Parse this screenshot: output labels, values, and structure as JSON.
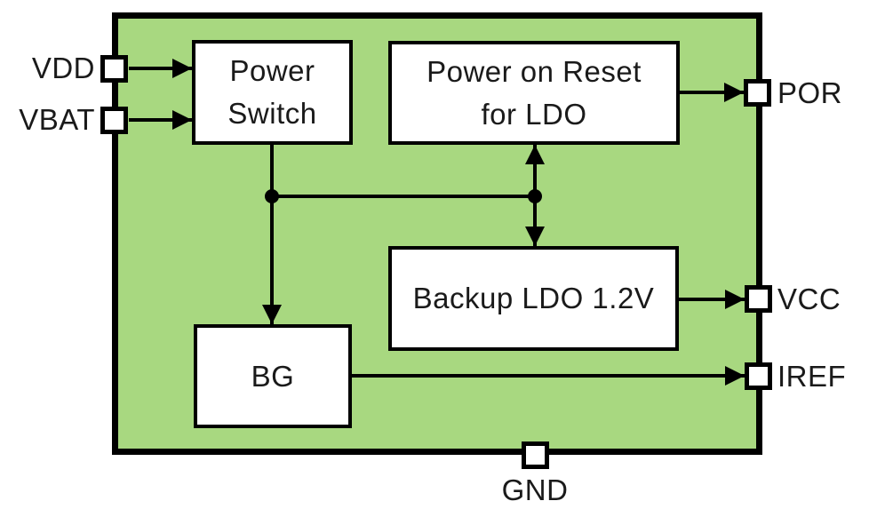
{
  "diagram": {
    "kind": "block-diagram",
    "subject": "Power management chip internal block diagram"
  },
  "colors": {
    "chip_fill": "#a8d880",
    "block_fill": "#ffffff",
    "wire": "#000000",
    "border": "#000000",
    "background": "#ffffff"
  },
  "blocks": {
    "power_switch": {
      "line1": "Power",
      "line2": "Switch"
    },
    "por_ldo": {
      "line1": "Power on Reset",
      "line2": "for LDO"
    },
    "backup_ldo": {
      "label": "Backup LDO 1.2V"
    },
    "bg": {
      "label": "BG"
    }
  },
  "pins": {
    "vdd": "VDD",
    "vbat": "VBAT",
    "por": "POR",
    "vcc": "VCC",
    "iref": "IREF",
    "gnd": "GND"
  },
  "connections": [
    {
      "from": "VDD pin",
      "to": "Power Switch",
      "arrow": "into-block"
    },
    {
      "from": "VBAT pin",
      "to": "Power Switch",
      "arrow": "into-block"
    },
    {
      "from": "Power Switch",
      "to": "BG",
      "arrow": "into-block",
      "via": "junction dot"
    },
    {
      "from": "junction",
      "to": "Power on Reset for LDO",
      "arrow": "bidirectional-up"
    },
    {
      "from": "junction",
      "to": "Backup LDO 1.2V",
      "arrow": "bidirectional-down"
    },
    {
      "from": "Power on Reset for LDO",
      "to": "POR pin",
      "arrow": "into-pin"
    },
    {
      "from": "Backup LDO 1.2V",
      "to": "VCC pin",
      "arrow": "into-pin"
    },
    {
      "from": "BG",
      "to": "IREF pin",
      "arrow": "into-pin"
    },
    {
      "from": "chip",
      "to": "GND pin",
      "arrow": "none"
    }
  ]
}
